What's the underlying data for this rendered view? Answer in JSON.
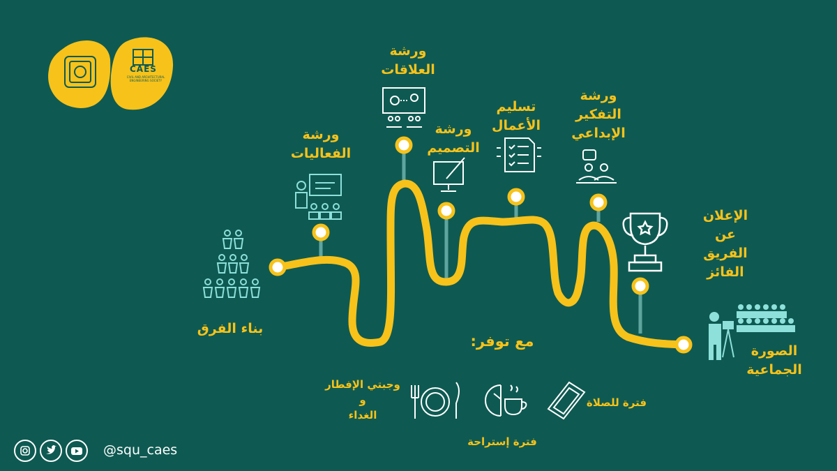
{
  "stations": {
    "team_building": "بناء الفرق",
    "activities": [
      "ورشة",
      "الفعاليات"
    ],
    "relations": [
      "ورشة",
      "العلاقات"
    ],
    "design": [
      "ورشة",
      "التصميم"
    ],
    "submission": [
      "تسليم",
      "الأعمال"
    ],
    "creative": [
      "ورشة",
      "التفكير",
      "الإبداعي"
    ],
    "announcement": [
      "الإعلان",
      "عن",
      "الفريق",
      "الفائز"
    ],
    "group_photo": [
      "الصورة",
      "الجماعية"
    ]
  },
  "extras": {
    "heading": "مع توفر:",
    "meals": [
      "وجبتي الإفطار",
      "و",
      "الغداء"
    ],
    "break": "فترة إستراحة",
    "prayer": "فترة للصلاة"
  },
  "logos": {
    "caes_abbr": "CAES",
    "caes_full": "CIVIL AND ARCHITECTURAL ENGINEERING SOCIETY"
  },
  "footer": {
    "handle": "@squ_caes",
    "social_icons": [
      "instagram-icon",
      "twitter-icon",
      "youtube-icon"
    ]
  },
  "colors": {
    "background": "#0e5a52",
    "path": "#f7c21a",
    "accent": "#f7c21a",
    "icon": "#8ee0da",
    "stem": "#5fa59f"
  }
}
